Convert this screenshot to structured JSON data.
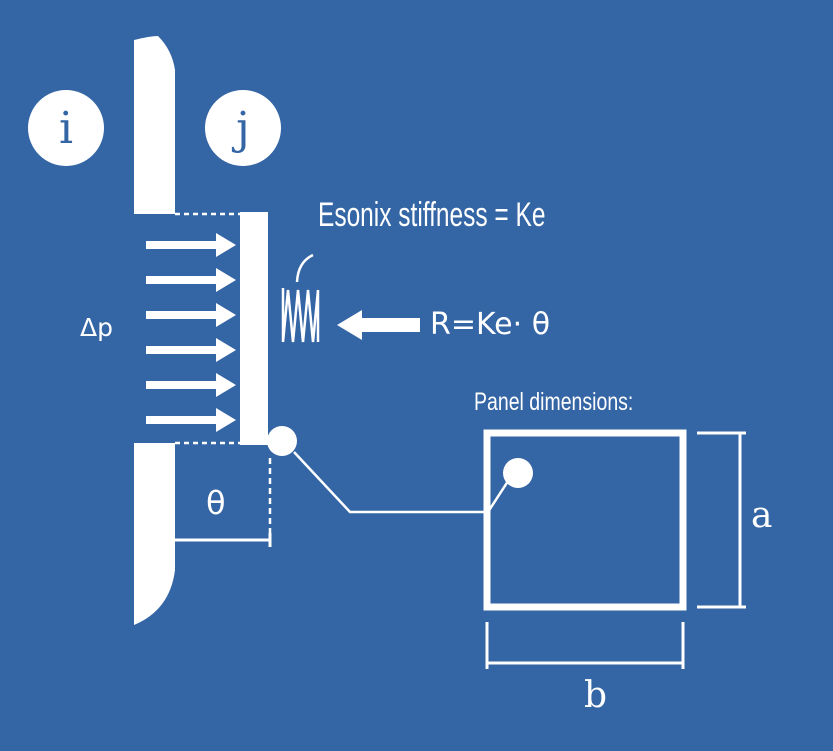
{
  "colors": {
    "background": "#3465a4",
    "foreground": "#ffffff"
  },
  "labels": {
    "room_i": "i",
    "room_j": "j",
    "pressure": "Δp",
    "stiffness": "Esonix stiffness = Ke",
    "reaction": "R=Ke· θ",
    "theta": "θ",
    "panel_dimensions": "Panel dimensions:",
    "dim_a": "a",
    "dim_b": "b"
  }
}
